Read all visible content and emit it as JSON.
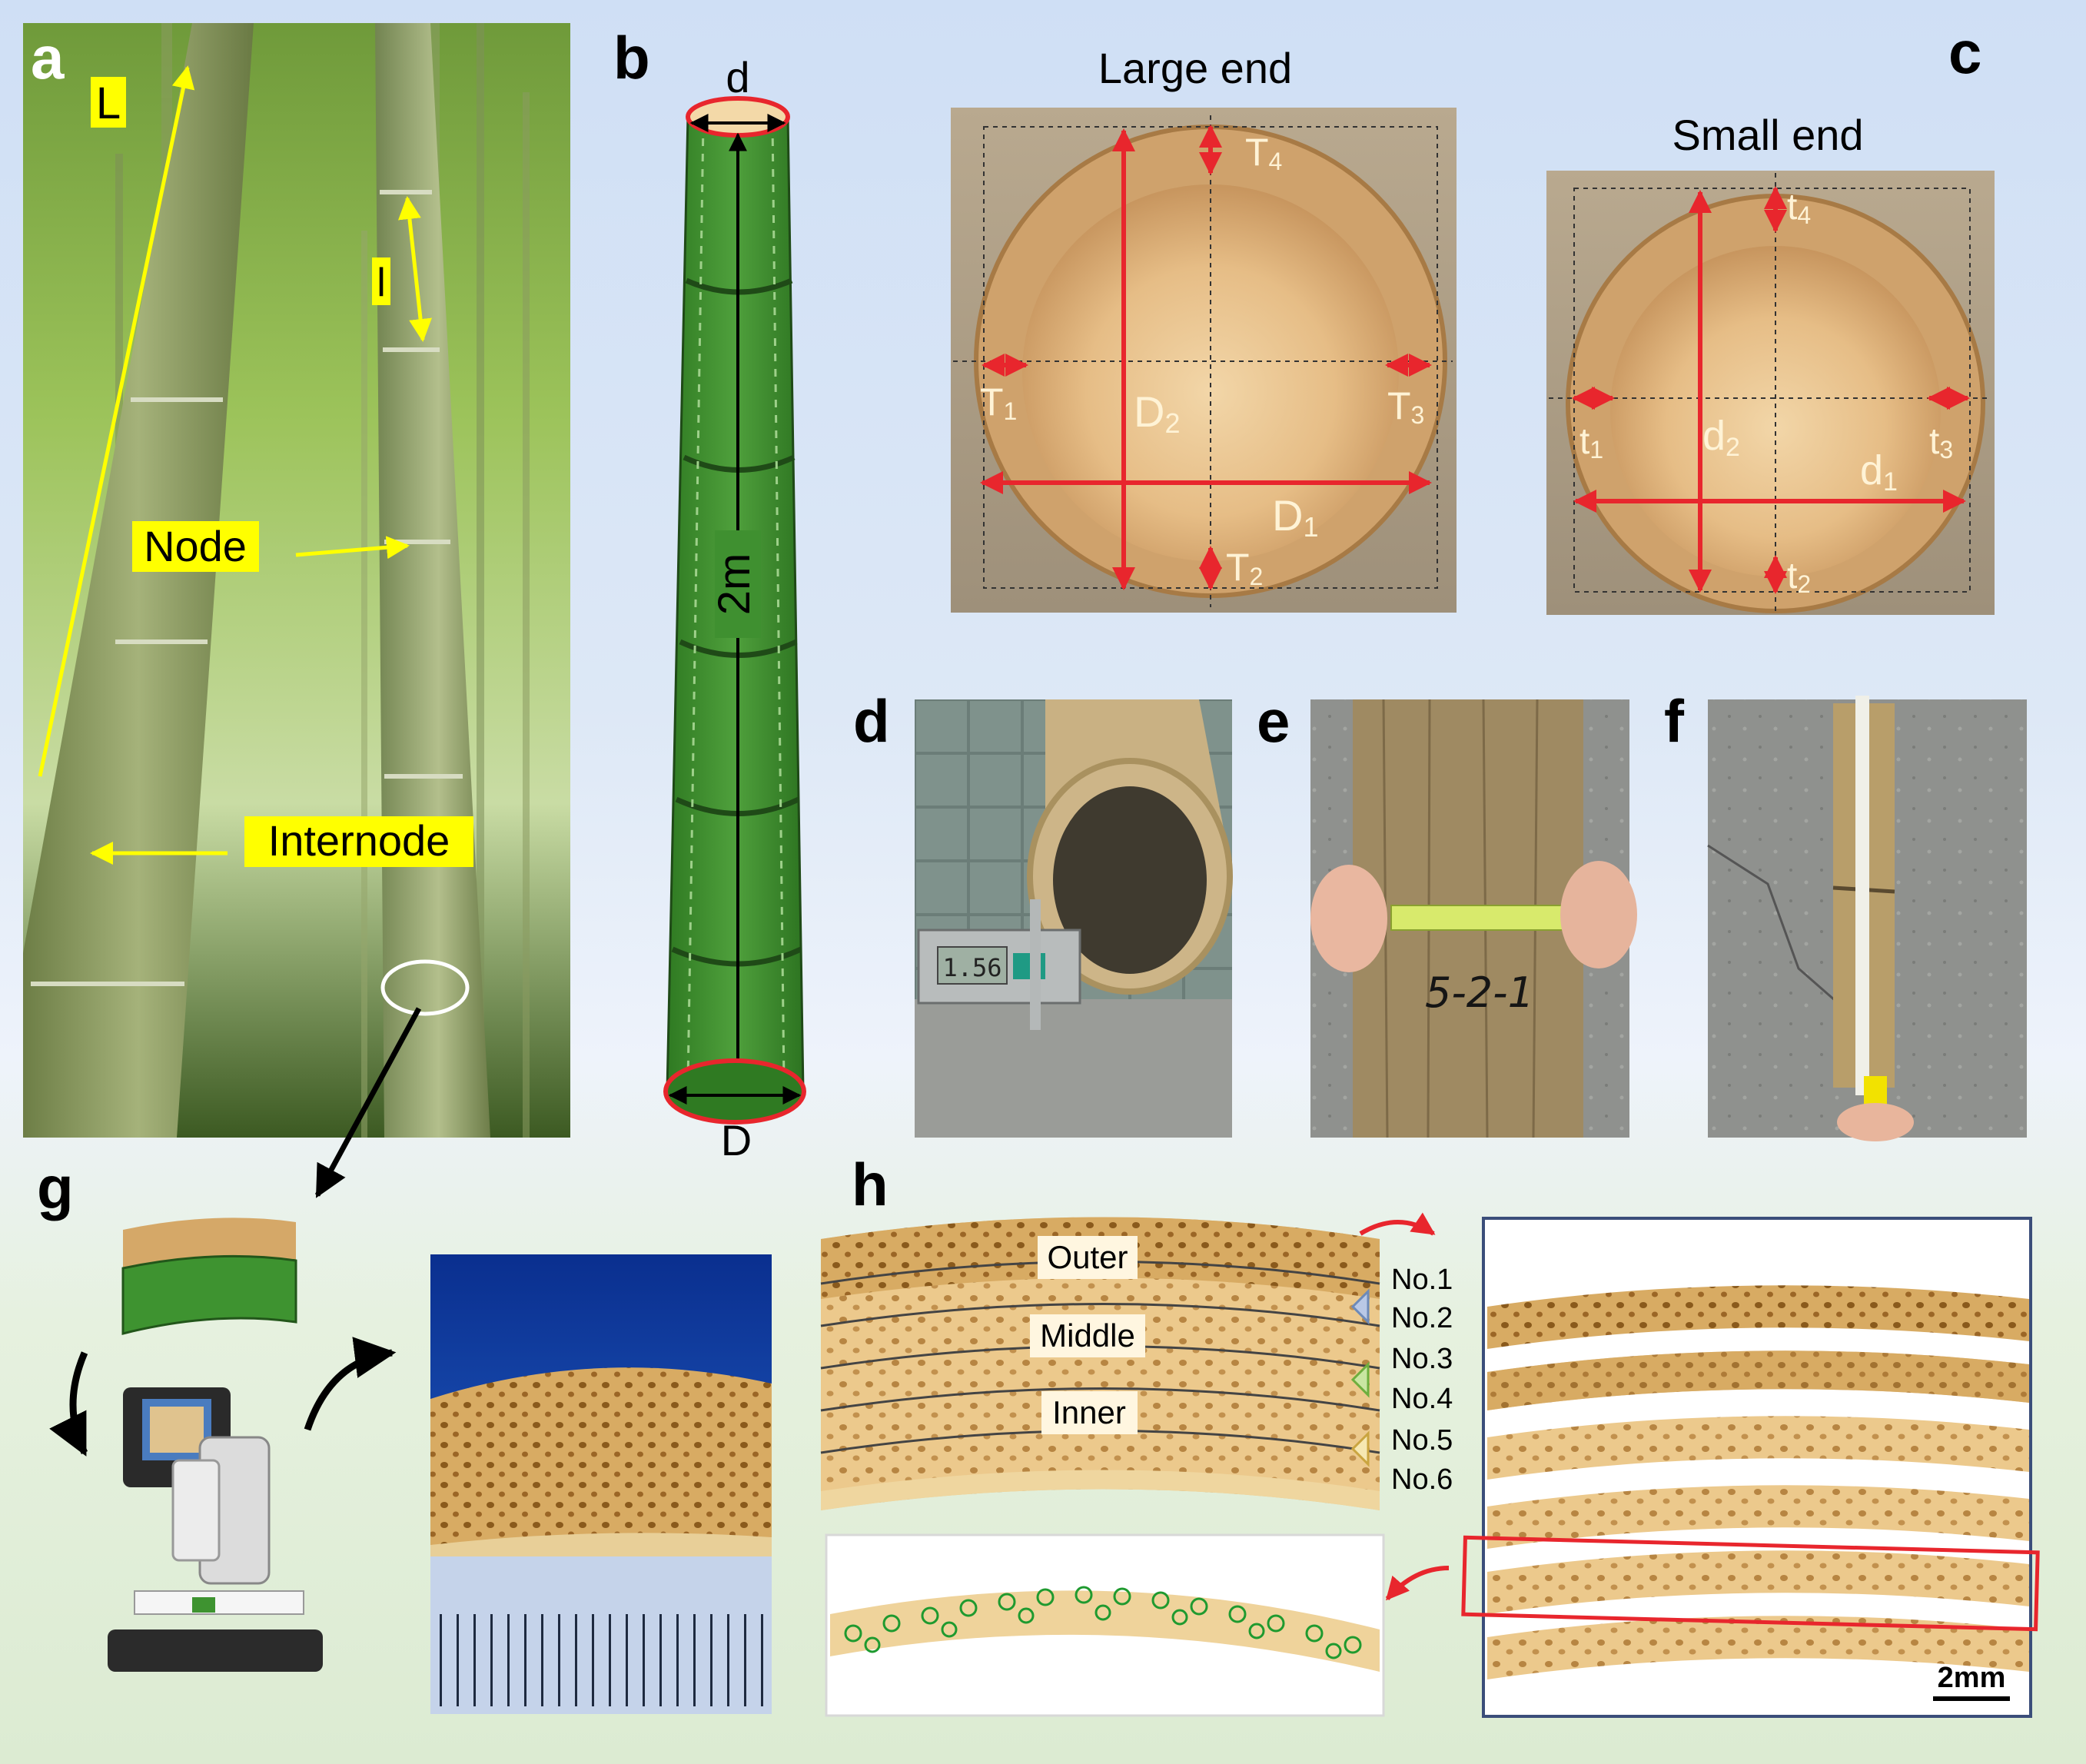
{
  "panels": {
    "a": "a",
    "b": "b",
    "c": "c",
    "d": "d",
    "e": "e",
    "f": "f",
    "g": "g",
    "h": "h"
  },
  "panel_a": {
    "L": "L",
    "l": "l",
    "node": "Node",
    "internode": "Internode"
  },
  "panel_b": {
    "d": "d",
    "length": "2m",
    "D": "D"
  },
  "panel_c": {
    "large_end": "Large end",
    "small_end": "Small end",
    "T1": "T",
    "T1_sub": "1",
    "T2": "T",
    "T2_sub": "2",
    "T3": "T",
    "T3_sub": "3",
    "T4": "T",
    "T4_sub": "4",
    "D1": "D",
    "D1_sub": "1",
    "D2": "D",
    "D2_sub": "2",
    "t1": "t",
    "t1_sub": "1",
    "t2": "t",
    "t2_sub": "2",
    "t3": "t",
    "t3_sub": "3",
    "t4": "t",
    "t4_sub": "4",
    "d1": "d",
    "d1_sub": "1",
    "d2": "d",
    "d2_sub": "2"
  },
  "panel_d": {
    "caliper_reading": "1.56"
  },
  "panel_e": {
    "marking": "5-2-1"
  },
  "panel_h": {
    "outer": "Outer",
    "middle": "Middle",
    "inner": "Inner",
    "layers": [
      "No.1",
      "No.2",
      "No.3",
      "No.4",
      "No.5",
      "No.6"
    ],
    "scale": "2mm"
  },
  "colors": {
    "annotation_yellow": "#ffff00",
    "highlight_red": "#e8262d",
    "bamboo_green": "#3b8a2e"
  }
}
